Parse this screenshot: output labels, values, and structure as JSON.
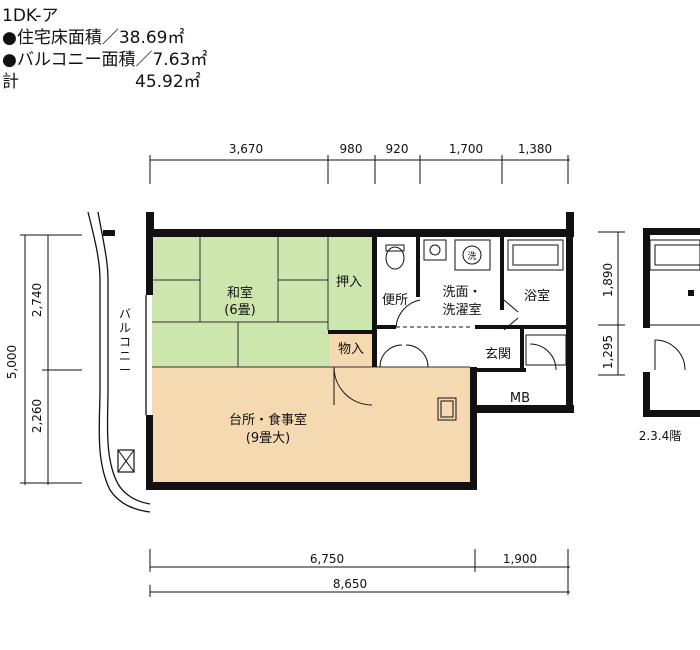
{
  "header": {
    "type": "1DK-ア",
    "floor_area": "●住宅床面積／38.69㎡",
    "balcony_area": "●バルコニー面積／7.63㎡",
    "total_label": "計",
    "total_value": "45.92㎡"
  },
  "rooms": {
    "washitsu": "和室",
    "washitsu_size": "(6畳)",
    "oshiire": "押入",
    "monoire": "物入",
    "benjo": "便所",
    "senmen1": "洗面・",
    "senmen2": "洗濯室",
    "yokushitsu": "浴室",
    "genkan": "玄関",
    "mb": "MB",
    "kitchen": "台所・食事室",
    "kitchen_size": "(9畳大)",
    "balcony_chars": [
      "バ",
      "ル",
      "コ",
      "ニ",
      "ー"
    ],
    "washer_symbol": "洗"
  },
  "dimensions": {
    "top": [
      "3,670",
      "980",
      "920",
      "1,700",
      "1,380"
    ],
    "bottom": [
      "6,750",
      "1,900"
    ],
    "total": "8,650",
    "left_total": "5,000",
    "left": [
      "2,740",
      "2,260"
    ],
    "right": [
      "1,890",
      "1,295"
    ]
  },
  "floors_label": "2.3.4階",
  "colors": {
    "tatami": "#cce6ae",
    "kitchen": "#f5d9b0",
    "closet": "#f5d9b0",
    "wall": "#111111"
  }
}
